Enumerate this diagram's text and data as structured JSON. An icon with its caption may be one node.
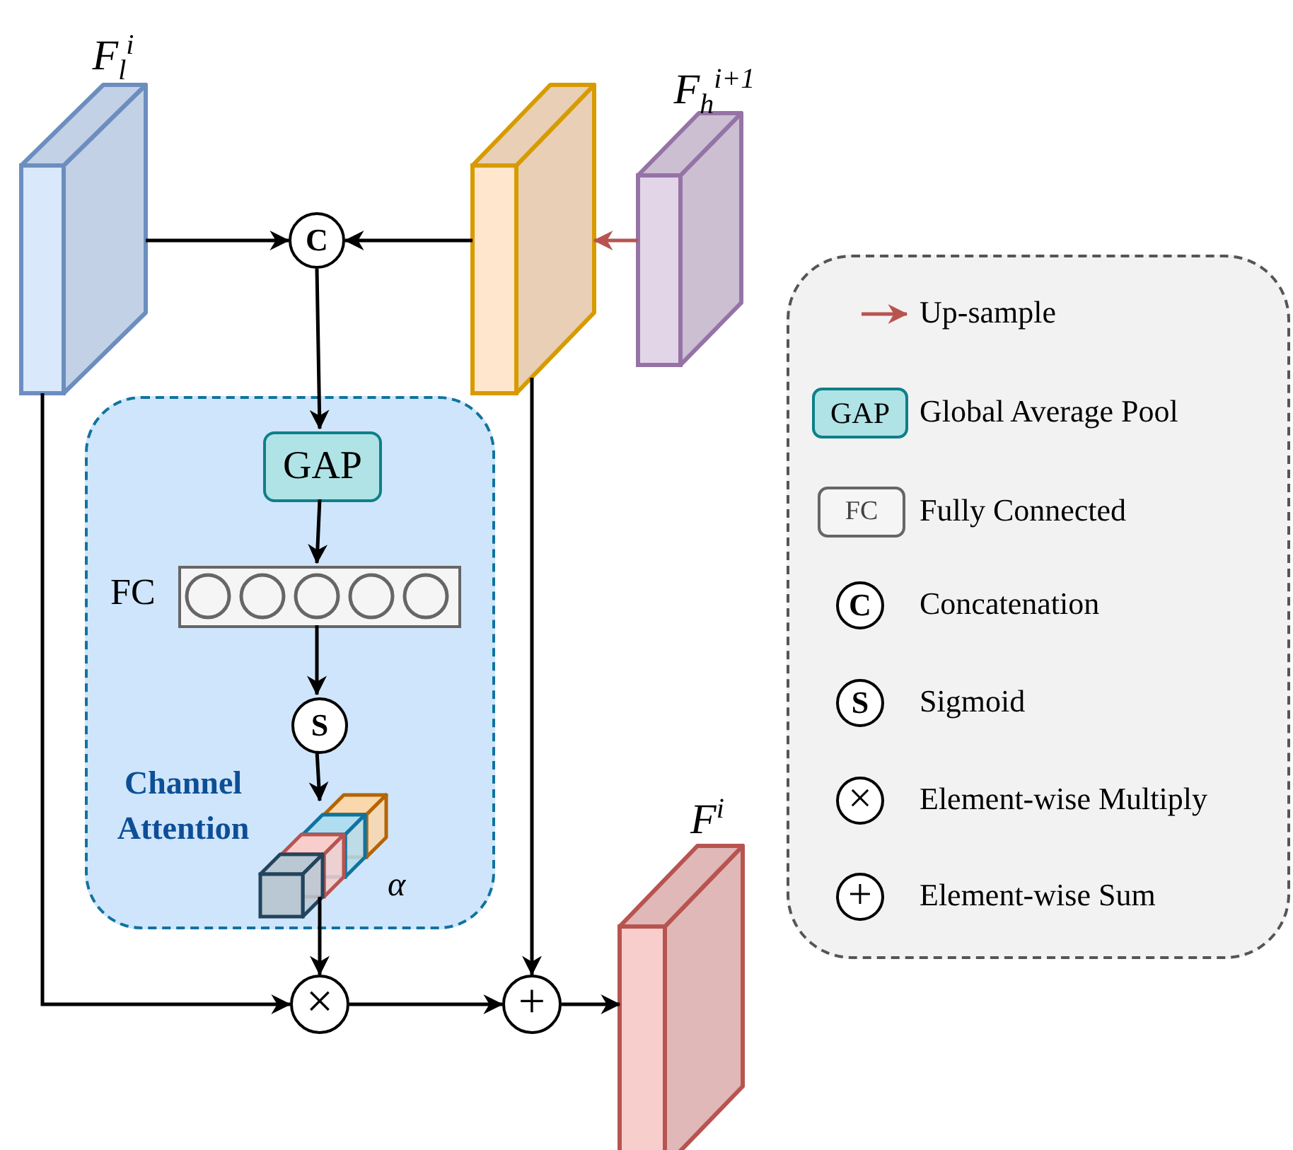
{
  "diagram": {
    "nodes": [
      {
        "text": [
          "F$_{l}$$^{i}$"
        ]
      },
      {
        "text": [],
        "shape": "box"
      },
      {
        "text": [
          "F$_{h}$$^{i+1}$"
        ]
      },
      {
        "text": [
          "C"
        ]
      },
      {
        "text": [
          "Channel Attention"
        ]
      },
      {
        "text": [
          "GAP"
        ],
        "in": 4
      },
      {
        "text": [
          "FC"
        ],
        "in": 4
      },
      {
        "text": [
          "S"
        ],
        "in": 4
      },
      {
        "text": [
          "α"
        ],
        "in": 4
      },
      {
        "text": [
          "×"
        ]
      },
      {
        "text": [
          "+"
        ]
      },
      {
        "text": [
          "F$^{i}$"
        ]
      }
    ],
    "edges": [
      {
        "from": 0,
        "to": 3,
        "arrow": "to"
      },
      {
        "from": 1,
        "to": 3,
        "arrow": "to"
      },
      {
        "from": 2,
        "to": 1,
        "arrow": "to",
        "color": "#b85450"
      },
      {
        "from": 3,
        "to": 5,
        "arrow": "to"
      },
      {
        "from": 5,
        "to": 6,
        "arrow": "to"
      },
      {
        "from": 6,
        "to": 7,
        "arrow": "to"
      },
      {
        "from": 7,
        "to": 8,
        "arrow": "to"
      },
      {
        "from": 8,
        "to": 9,
        "arrow": "to"
      },
      {
        "from": 0,
        "to": 9,
        "arrow": "to"
      },
      {
        "from": 1,
        "to": 10,
        "arrow": "to"
      },
      {
        "from": 9,
        "to": 10,
        "arrow": "to"
      },
      {
        "from": 10,
        "to": 11,
        "arrow": "to"
      }
    ],
    "labels": [
      "GAP",
      "FC",
      "C",
      "S",
      "×",
      "+"
    ],
    "legend": [
      {
        "text": "Up-sample"
      },
      {
        "text": "Global Average Pool"
      },
      {
        "text": "Fully Connected"
      },
      {
        "text": "Concatenation"
      },
      {
        "text": "Sigmoid"
      },
      {
        "text": "Element-wise Multiply"
      },
      {
        "text": "Element-wise Sum"
      }
    ]
  }
}
